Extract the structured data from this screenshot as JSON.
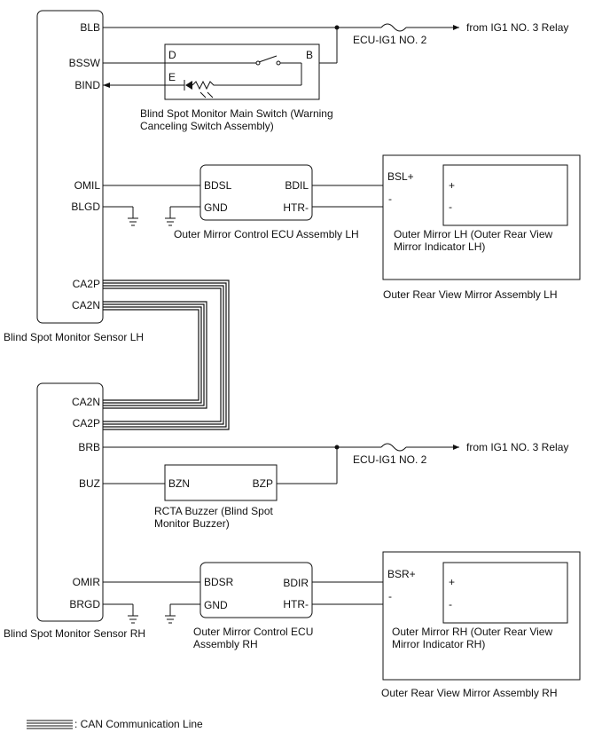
{
  "colors": {
    "line": "#111111",
    "background": "#ffffff"
  },
  "sensor_lh": {
    "label": "Blind Spot Monitor Sensor LH",
    "pins": {
      "blb": "BLB",
      "bssw": "BSSW",
      "bind": "BIND",
      "omil": "OMIL",
      "blgd": "BLGD",
      "ca2p": "CA2P",
      "ca2n": "CA2N"
    }
  },
  "sensor_rh": {
    "label": "Blind Spot Monitor Sensor RH",
    "pins": {
      "ca2n": "CA2N",
      "ca2p": "CA2P",
      "brb": "BRB",
      "buz": "BUZ",
      "omir": "OMIR",
      "brgd": "BRGD"
    }
  },
  "fuse": {
    "label_top": "ECU-IG1 NO. 2",
    "label_bottom": "ECU-IG1 NO. 2"
  },
  "relay": {
    "label_top": "from IG1 NO. 3 Relay",
    "label_bottom": "from IG1 NO. 3 Relay"
  },
  "main_switch": {
    "pins": {
      "d": "D",
      "b": "B",
      "e": "E"
    },
    "label_line1": "Blind Spot Monitor Main Switch (Warning",
    "label_line2": "Canceling Switch Assembly)"
  },
  "ecu_lh": {
    "pins": {
      "bdsl": "BDSL",
      "gnd": "GND",
      "bdil": "BDIL",
      "htr": "HTR-"
    },
    "label": "Outer Mirror Control ECU Assembly LH"
  },
  "mirror_lh": {
    "pin_pos": "BSL+",
    "pin_neg": "-",
    "plus": "+",
    "minus": "-",
    "label_line1": "Outer Mirror LH (Outer Rear View",
    "label_line2": "Mirror Indicator LH)",
    "assembly": "Outer Rear View Mirror Assembly LH"
  },
  "buzzer": {
    "pins": {
      "bzn": "BZN",
      "bzp": "BZP"
    },
    "label_line1": "RCTA Buzzer (Blind Spot",
    "label_line2": "Monitor Buzzer)"
  },
  "ecu_rh": {
    "pins": {
      "bdsr": "BDSR",
      "gnd": "GND",
      "bdir": "BDIR",
      "htr": "HTR-"
    },
    "label_line1": "Outer Mirror Control ECU",
    "label_line2": "Assembly RH"
  },
  "mirror_rh": {
    "pin_pos": "BSR+",
    "pin_neg": "-",
    "plus": "+",
    "minus": "-",
    "label_line1": "Outer Mirror RH (Outer Rear View",
    "label_line2": "Mirror Indicator RH)",
    "assembly": "Outer Rear View Mirror Assembly RH"
  },
  "legend": {
    "label": ": CAN Communication Line"
  }
}
